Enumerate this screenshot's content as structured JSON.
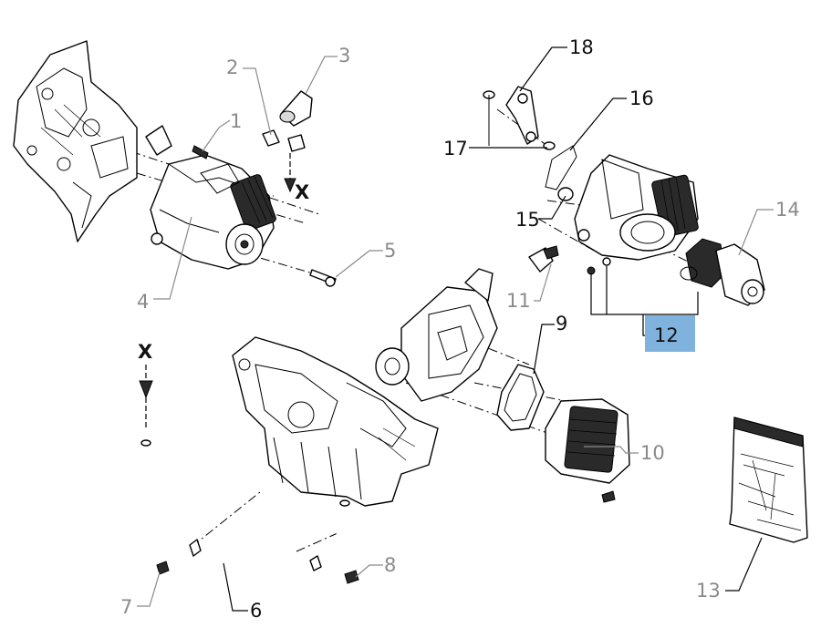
{
  "callouts": {
    "c1": "1",
    "c2": "2",
    "c3": "3",
    "c4": "4",
    "c5": "5",
    "c6": "6",
    "c7": "7",
    "c8": "8",
    "c9": "9",
    "c10": "10",
    "c11": "11",
    "c12": "12",
    "c13": "13",
    "c14": "14",
    "c15": "15",
    "c16": "16",
    "c17": "17",
    "c18": "18"
  },
  "x_marker": "X",
  "colors": {
    "highlight": "#7fb2dc",
    "label_black": "#111111",
    "label_gray": "#8a8a8a"
  }
}
